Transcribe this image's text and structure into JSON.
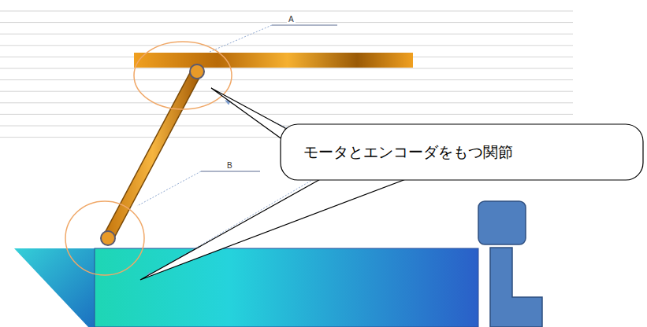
{
  "diagram": {
    "nodes": [
      {
        "text": [
          "モータとエンコーダをもつ関節"
        ]
      }
    ],
    "labels": [
      "A",
      "B"
    ]
  }
}
